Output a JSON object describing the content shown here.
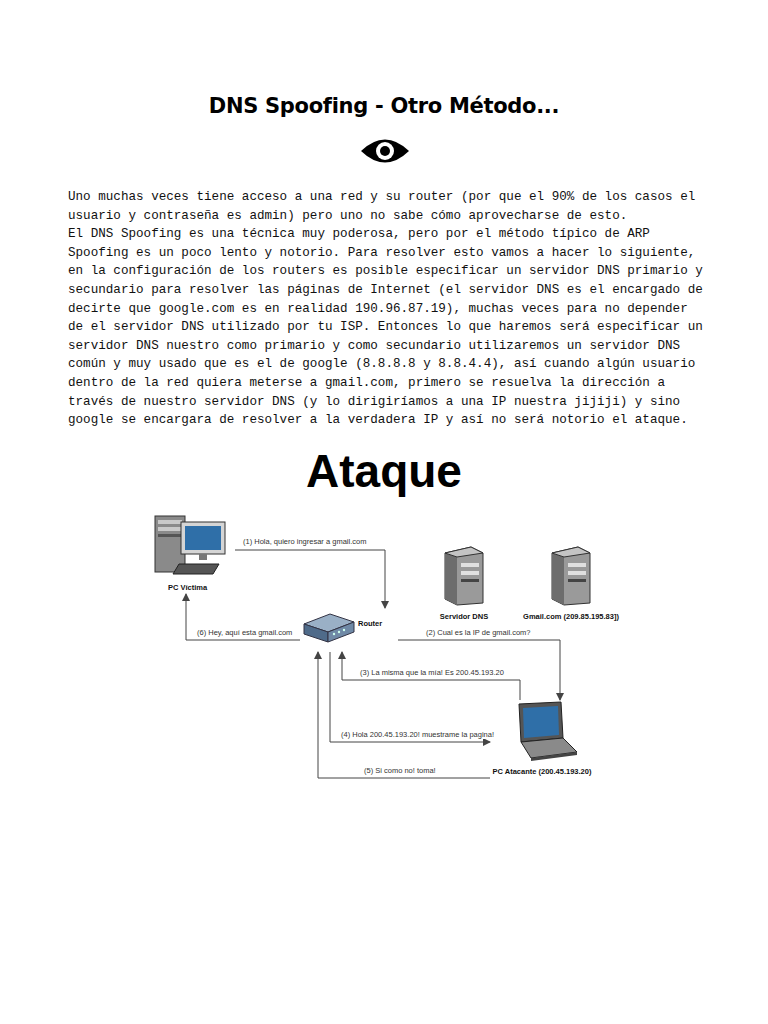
{
  "diagram": {
    "title": "DNS Spoofing - Otro Método...",
    "nodes": [
      {
        "text": [
          "PC Víctima"
        ]
      },
      {
        "text": [
          "Router"
        ]
      },
      {
        "text": [
          "Servidor DNS"
        ]
      },
      {
        "text": [
          "Gmail.com (209.85.195.83])"
        ]
      },
      {
        "text": [
          "PC Atacante (200.45.193.20)"
        ]
      }
    ],
    "edges": [
      {
        "from": 0,
        "to": 1,
        "arrow": "to",
        "label": "(1) Hola, quiero ingresar a gmail.com"
      },
      {
        "from": 1,
        "to": 0,
        "arrow": "to",
        "label": "(6) Hey, aquí esta gmail.com"
      },
      {
        "from": 1,
        "to": 4,
        "arrow": "to",
        "label": "(2) Cual es la IP de gmail.com?"
      },
      {
        "from": 4,
        "to": 1,
        "arrow": "to",
        "label": "(3) La misma que la mía! Es 200.45.193.20"
      },
      {
        "from": 1,
        "to": 4,
        "arrow": "to",
        "label": "(4) Hola 200.45.193.20! muestrame la pagina!"
      },
      {
        "from": 4,
        "to": 1,
        "arrow": "to",
        "label": "(5) Si como no! toma!"
      }
    ],
    "labels": [
      "Uno muchas veces tiene acceso a una red y su router (por que el 90% de los casos el usuario y contraseña es admin) pero uno no sabe cómo aprovecharse de esto.",
      "El DNS Spoofing es una técnica muy poderosa, pero por el método típico de ARP Spoofing es un poco lento y notorio. Para resolver esto vamos a hacer lo siguiente, en la configuración de los routers es posible especificar un servidor DNS primario y secundario para resolver las páginas de Internet (el servidor DNS es el encargado de decirte que google.com es en realidad 190.96.87.19), muchas veces para no depender de el servidor DNS utilizado por tu ISP. Entonces lo que haremos será especificar un servidor DNS nuestro como primario y como secundario utilizaremos un servidor DNS común y muy usado que es el de google (8.8.8.8 y 8.8.4.4), así cuando algún usuario dentro de la red quiera meterse a gmail.com, primero se resuelva la dirección a través de nuestro servidor DNS (y lo dirigiríamos a una IP nuestra jijiji) y sino google se encargara de resolver a la verdadera IP y así no será notorio el ataque.",
      "Ataque"
    ]
  }
}
